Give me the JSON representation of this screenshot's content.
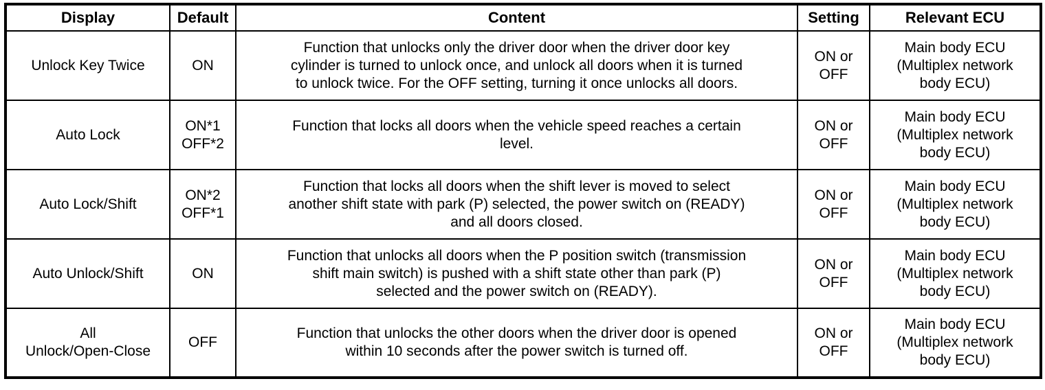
{
  "table": {
    "headers": {
      "display": "Display",
      "default": "Default",
      "content": "Content",
      "setting": "Setting",
      "ecu": "Relevant ECU"
    },
    "rows": [
      {
        "display_line1": "Unlock Key Twice",
        "display_line2": "",
        "default_line1": "ON",
        "default_line2": "",
        "content_line1": "Function that unlocks only the driver door when the driver door key",
        "content_line2": "cylinder is turned to unlock once, and unlock all doors when it is turned",
        "content_line3": "to unlock twice. For the OFF setting, turning it once unlocks all doors.",
        "setting_line1": "ON or",
        "setting_line2": "OFF",
        "ecu_line1": "Main body ECU",
        "ecu_line2": "(Multiplex network",
        "ecu_line3": "body ECU)"
      },
      {
        "display_line1": "Auto Lock",
        "display_line2": "",
        "default_line1": "ON*1",
        "default_line2": "OFF*2",
        "content_line1": "Function that locks all doors when the vehicle speed reaches a certain",
        "content_line2": "level.",
        "content_line3": "",
        "setting_line1": "ON or",
        "setting_line2": "OFF",
        "ecu_line1": "Main body ECU",
        "ecu_line2": "(Multiplex network",
        "ecu_line3": "body ECU)"
      },
      {
        "display_line1": "Auto Lock/Shift",
        "display_line2": "",
        "default_line1": "ON*2",
        "default_line2": "OFF*1",
        "content_line1": "Function that locks all doors when the shift lever is moved to select",
        "content_line2": "another shift state with park (P) selected, the power switch on (READY)",
        "content_line3": "and all doors closed.",
        "setting_line1": "ON or",
        "setting_line2": "OFF",
        "ecu_line1": "Main body ECU",
        "ecu_line2": "(Multiplex network",
        "ecu_line3": "body ECU)"
      },
      {
        "display_line1": "Auto Unlock/Shift",
        "display_line2": "",
        "default_line1": "ON",
        "default_line2": "",
        "content_line1": "Function that unlocks all doors when the P position switch (transmission",
        "content_line2": "shift main switch) is pushed with a shift state other than park (P)",
        "content_line3": "selected and the power switch on (READY).",
        "setting_line1": "ON or",
        "setting_line2": "OFF",
        "ecu_line1": "Main body ECU",
        "ecu_line2": "(Multiplex network",
        "ecu_line3": "body ECU)"
      },
      {
        "display_line1": "All",
        "display_line2": "Unlock/Open-Close",
        "default_line1": "OFF",
        "default_line2": "",
        "content_line1": "Function that unlocks the other doors when the driver door is opened",
        "content_line2": "within 10 seconds after the power switch is turned off.",
        "content_line3": "",
        "setting_line1": "ON or",
        "setting_line2": "OFF",
        "ecu_line1": "Main body ECU",
        "ecu_line2": "(Multiplex network",
        "ecu_line3": "body ECU)"
      }
    ]
  }
}
